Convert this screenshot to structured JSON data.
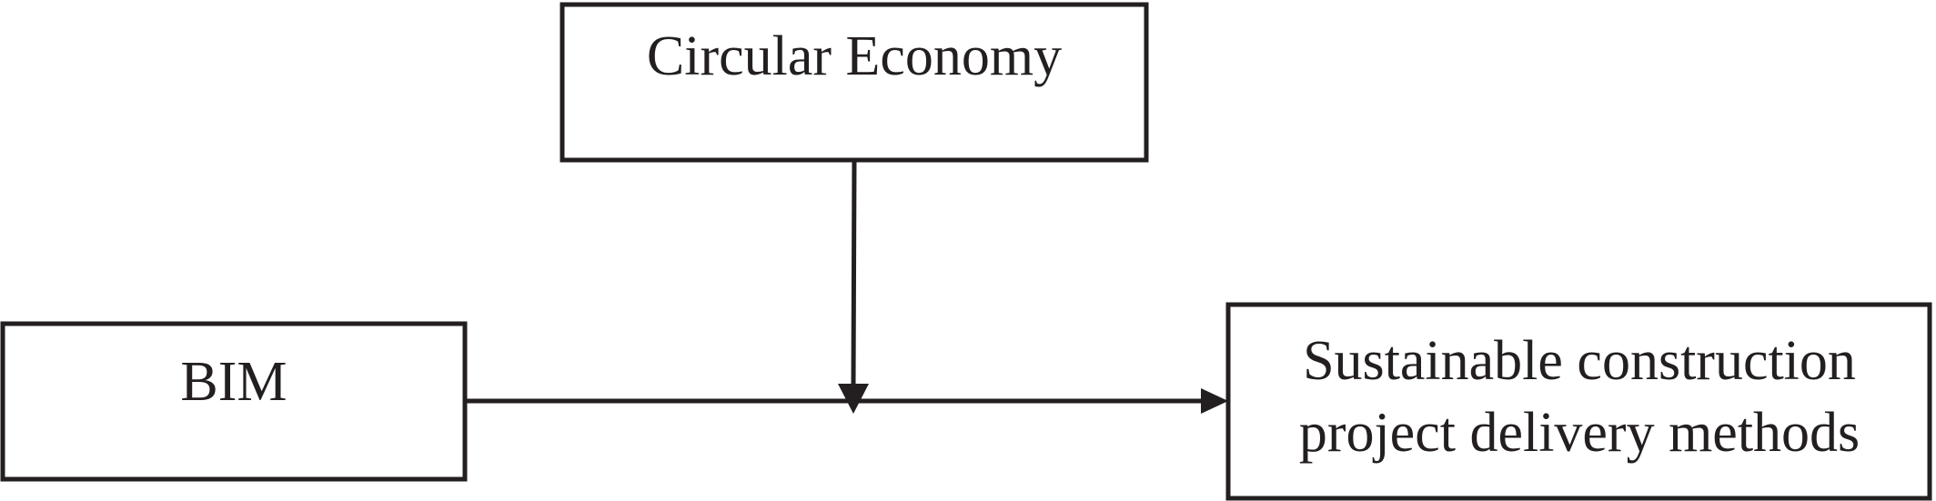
{
  "diagram": {
    "nodes": {
      "circular_economy": {
        "label": "Circular Economy"
      },
      "bim": {
        "label": "BIM"
      },
      "outcome": {
        "line1": "Sustainable construction",
        "line2": "project delivery methods"
      }
    },
    "colors": {
      "stroke": "#231f20",
      "background": "#ffffff"
    }
  }
}
